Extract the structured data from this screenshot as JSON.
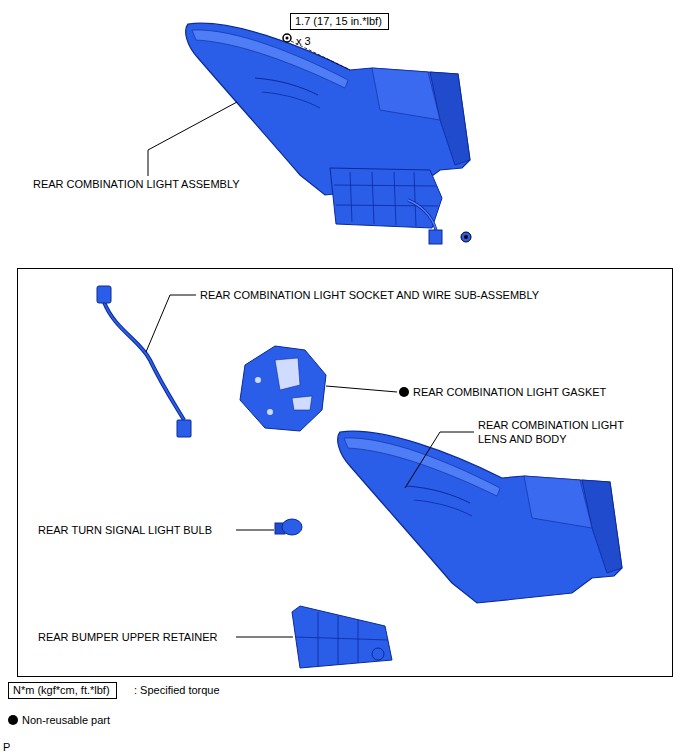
{
  "diagram": {
    "nodes": [
      {
        "text": [
          "1.7 (17, 15 in.*lbf)"
        ]
      },
      {
        "text": [
          "N*m (kgf*cm, ft.*lbf)"
        ]
      }
    ],
    "labels": [
      "x 3",
      "REAR COMBINATION LIGHT ASSEMBLY",
      "REAR COMBINATION LIGHT SOCKET AND WIRE SUB-ASSEMBLY",
      "REAR COMBINATION LIGHT GASKET",
      "REAR COMBINATION LIGHT LENS AND BODY",
      "REAR TURN SIGNAL LIGHT BULB",
      "REAR BUMPER UPPER RETAINER",
      "P"
    ],
    "legend": [
      {
        "text": ": Specified torque"
      },
      {
        "text": "Non-reusable part"
      }
    ]
  }
}
